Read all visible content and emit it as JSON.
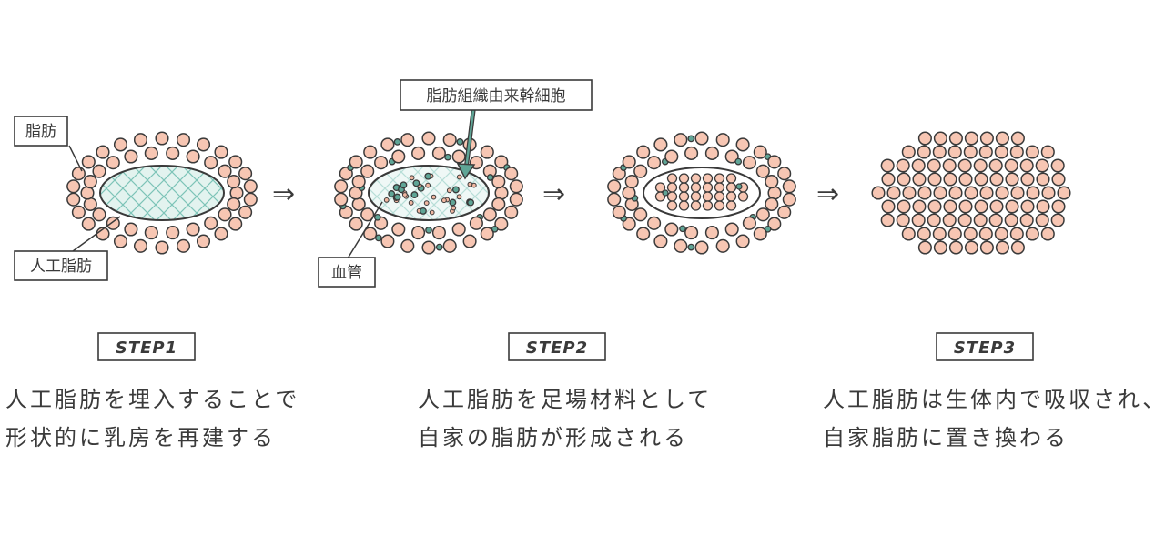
{
  "labels": {
    "fat": "脂肪",
    "artificial_fat": "人工脂肪",
    "adsc": "脂肪組織由来幹細胞",
    "vessel": "血管"
  },
  "steps": [
    {
      "title": "STEP1",
      "lines": [
        "人工脂肪を埋入することで",
        "形状的に乳房を再建する"
      ]
    },
    {
      "title": "STEP2",
      "lines": [
        "人工脂肪を足場材料として",
        "自家の脂肪が形成される"
      ]
    },
    {
      "title": "STEP3",
      "lines": [
        "人工脂肪は生体内で吸収され、",
        "自家脂肪に置き換わる"
      ]
    }
  ],
  "arrow_glyph": "⇒",
  "colors": {
    "fat_cell": "#f7c6b3",
    "stroke": "#3a3a3a",
    "scaffold": "#7dc4b8",
    "scaffold_fill": "#e3f3ef",
    "stem_cell": "#5fa596",
    "small_cell": "#f0b7a1"
  }
}
